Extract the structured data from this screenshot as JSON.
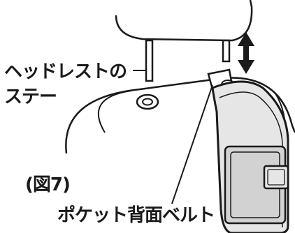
{
  "labels": {
    "headrest_stay_line1": "ヘッドレストの",
    "headrest_stay_line2": "ステー",
    "figure_number": "(図7)",
    "pocket_back_belt": "ポケット背面ベルト"
  },
  "colors": {
    "line": "#1a1a1a",
    "pocket_fill": "#e6e6e6",
    "pocket_inner": "#d2d2d2",
    "background": "#ffffff"
  },
  "icons": {
    "adjust_arrow": "double-headed-vertical-arrow"
  }
}
